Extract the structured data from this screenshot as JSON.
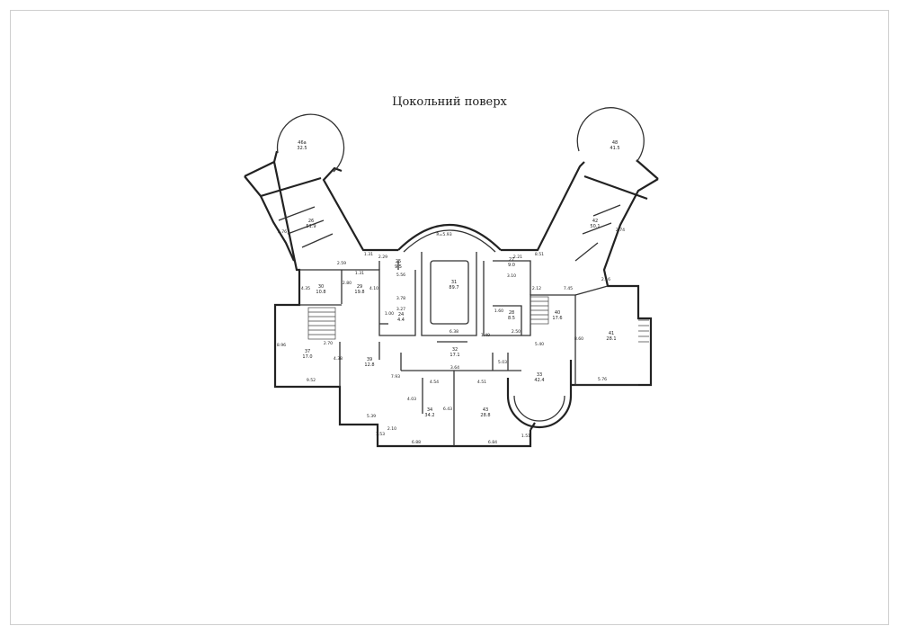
{
  "title": "Цокольний поверх",
  "rooms": [
    {
      "id": "r46a",
      "num": "46а",
      "area": "32.5"
    },
    {
      "id": "r48",
      "num": "48",
      "area": "41.5"
    },
    {
      "id": "r26",
      "num": "26",
      "area": "51.9"
    },
    {
      "id": "r42",
      "num": "42",
      "area": "50.1"
    },
    {
      "id": "r31",
      "num": "31",
      "area": "89.7"
    },
    {
      "id": "r30",
      "num": "30",
      "area": "10.8"
    },
    {
      "id": "r29",
      "num": "29",
      "area": "19.8"
    },
    {
      "id": "r25",
      "num": "25",
      "area": "9.5"
    },
    {
      "id": "r24",
      "num": "24",
      "area": "4.4"
    },
    {
      "id": "r27",
      "num": "27",
      "area": "9.0"
    },
    {
      "id": "r28",
      "num": "28",
      "area": "8.5"
    },
    {
      "id": "r40",
      "num": "40",
      "area": "17.6"
    },
    {
      "id": "r41",
      "num": "41",
      "area": "28.1"
    },
    {
      "id": "r32",
      "num": "32",
      "area": "17.1"
    },
    {
      "id": "r37",
      "num": "37",
      "area": "17.0"
    },
    {
      "id": "r39",
      "num": "39",
      "area": "12.8"
    },
    {
      "id": "r33",
      "num": "33",
      "area": "42.4"
    },
    {
      "id": "r34",
      "num": "34",
      "area": "34.2"
    },
    {
      "id": "r43",
      "num": "43",
      "area": "28.8"
    }
  ],
  "dimensions": [
    "R=5.93",
    "2.29",
    "1.31",
    "2.21",
    "8.51",
    "2.59",
    "1.31",
    "7.45",
    "4.35",
    "2.80",
    "4.10",
    "3.78",
    "5.56",
    "3.10",
    "1.00",
    "3.27",
    "6.38",
    "1.60",
    "2.50",
    "5.40",
    "8.60",
    "9.52",
    "2.70",
    "4.38",
    "5.39",
    "3.64",
    "4.54",
    "4.51",
    "5.76",
    "8.96",
    "6.88",
    "6.84",
    "1.53",
    "1.51",
    "2.10",
    "5.03",
    "4.03",
    "7.93",
    "6.43",
    "1.49",
    "2.16",
    "2.74",
    "5.76",
    "2.12"
  ]
}
